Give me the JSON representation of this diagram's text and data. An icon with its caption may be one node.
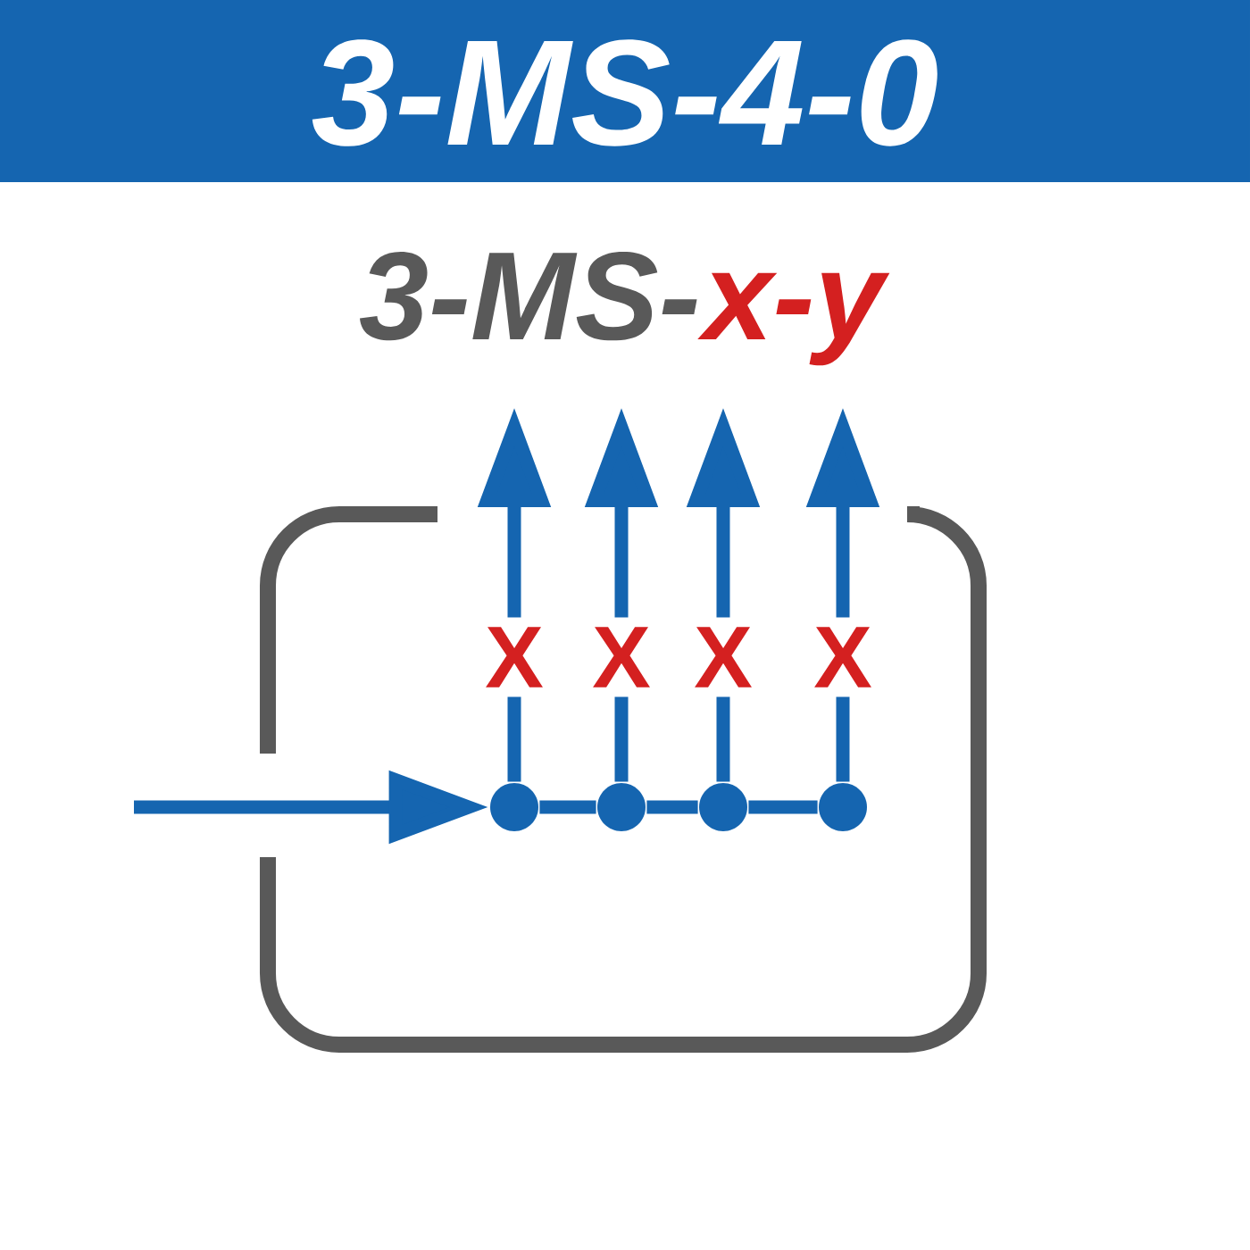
{
  "diagram": {
    "title": "3-MS-4-0",
    "nodes": [
      {
        "text": [],
        "shape": "circle"
      },
      {
        "text": [],
        "shape": "circle"
      },
      {
        "text": [],
        "shape": "circle"
      },
      {
        "text": [],
        "shape": "circle"
      }
    ],
    "edges": [
      {
        "from": null,
        "to": 0,
        "arrow": "to"
      },
      {
        "from": 0,
        "to": 1,
        "arrow": "none"
      },
      {
        "from": 1,
        "to": 2,
        "arrow": "none"
      },
      {
        "from": 2,
        "to": 3,
        "arrow": "none"
      },
      {
        "from": 0,
        "to": null,
        "arrow": "to"
      },
      {
        "from": 1,
        "to": null,
        "arrow": "to"
      },
      {
        "from": 2,
        "to": null,
        "arrow": "to"
      },
      {
        "from": 3,
        "to": null,
        "arrow": "to"
      }
    ],
    "labels": [
      "3-MS-",
      "x-y",
      "X",
      "X",
      "X",
      "X"
    ]
  }
}
